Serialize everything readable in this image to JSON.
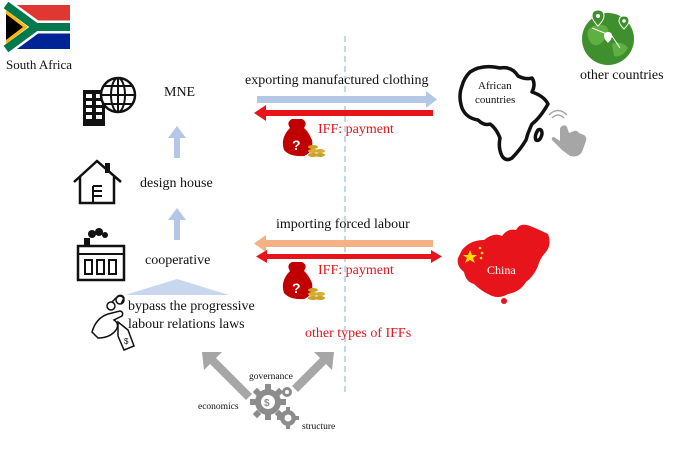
{
  "labels": {
    "south_africa": "South Africa",
    "other_countries": "other countries",
    "mne": "MNE",
    "design_house": "design house",
    "cooperative": "cooperative",
    "bypass_line1": "bypass the progressive",
    "bypass_line2": "labour relations laws",
    "exporting": "exporting manufactured clothing",
    "importing": "importing forced labour",
    "iff_payment_top": "IFF: payment",
    "iff_payment_bottom": "IFF: payment",
    "other_iffs": "other types of IFFs",
    "african_line1": "African",
    "african_line2": "countries",
    "china": "China",
    "governance": "governance",
    "economics": "economics",
    "structure": "structure"
  },
  "colors": {
    "red": "#e8141b",
    "light_blue": "#b4c7e7",
    "peach": "#f4b183",
    "grey_arrow": "#a6a6a6",
    "dashed_line": "#9dc3e6",
    "globe_green": "#3f8f2f"
  }
}
